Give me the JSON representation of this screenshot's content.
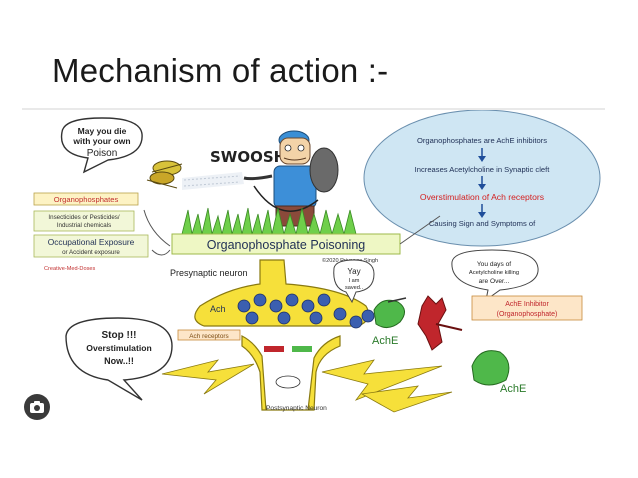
{
  "slide": {
    "title": "Mechanism of action :-"
  },
  "illustration": {
    "speech_bubble": [
      "May you die",
      "with your own",
      "Poison"
    ],
    "swoosh": "SWOOSH",
    "flow_steps": [
      "Organophosphates are AchE inhibitors",
      "Increases Acetylcholine in Synaptic cleft",
      "Overstimulation of Ach receptors",
      "Causing Sign and Symptoms of"
    ],
    "organophosphates_label": "Organophosphates",
    "insecticides_label": [
      "Insecticides or Pesticides/",
      "Industrial chemicals"
    ],
    "occupational_label": "Occupational Exposure",
    "accident_label": "or Accident exposure",
    "brand": "Creative-Med-Doses",
    "poisoning_label": "Organophosphate Poisoning",
    "copyright": "©2020 Priyanga Singh",
    "presynaptic_label": "Presynaptic neuron",
    "yay_bubble": [
      "Yay",
      "I am",
      "saved.."
    ],
    "days_bubble": [
      "You days of",
      "Acetylcholine killing",
      "are  Over..."
    ],
    "ache_inhibitor_label": [
      "AchE Inhibitor",
      "(Organophosphate)"
    ],
    "ach_label": "Ach",
    "ach_receptors_label": "Ach receptors",
    "ache_label_1": "AchE",
    "ache_label_2": "AchE",
    "stop_bubble": [
      "Stop !!!",
      "Overstimulation",
      "Now..!!"
    ],
    "postsynaptic_label": "Postsynaptic Neuron",
    "molecule_label": "Ach"
  },
  "colors": {
    "flow_red": "#d42020",
    "flow_blue": "#1f4e9a",
    "neuron_yellow": "#f6e03a",
    "ach_blue": "#3b5fb0",
    "enzyme_green": "#4fb84a",
    "inhibitor_red": "#c0262c"
  }
}
